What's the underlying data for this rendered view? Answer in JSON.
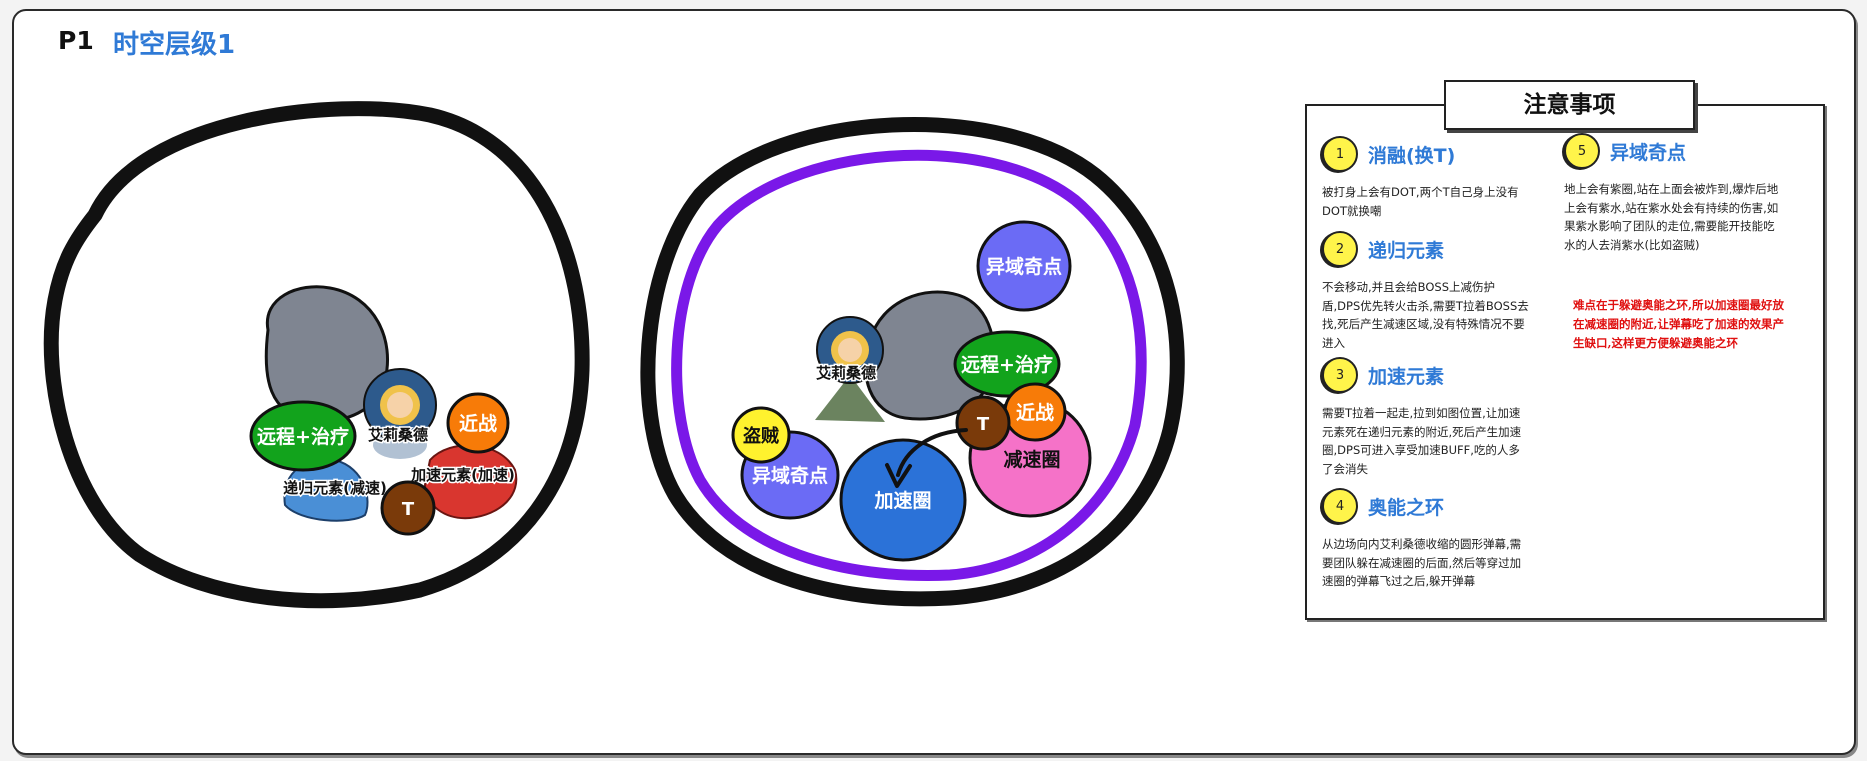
{
  "header": {
    "section": "P1",
    "title": "时空层级1"
  },
  "colors": {
    "accent_blue": "#2f7ad6",
    "arena_ring": "#111111",
    "purple_ring": "#7a18e8",
    "warning_red": "#e01010"
  },
  "arena_left": {
    "labels": {
      "ranged_heal": "远程+治疗",
      "boss": "艾莉桑德",
      "melee": "近战",
      "return_element": "递归元素(减速)",
      "haste_element": "加速元素(加速)",
      "tank": "T"
    }
  },
  "arena_right": {
    "labels": {
      "anomaly_top": "异域奇点",
      "boss": "艾莉桑德",
      "ranged_heal": "远程+治疗",
      "melee": "近战",
      "tank": "T",
      "slow_zone": "减速圈",
      "thief": "盗贼",
      "anomaly_left": "异域奇点",
      "haste_zone": "加速圈"
    }
  },
  "notes": {
    "title": "注意事项",
    "items": [
      {
        "num": "1",
        "title": "消融(换T)",
        "body": "被打身上会有DOT,两个T自己身上没有DOT就换嘲"
      },
      {
        "num": "2",
        "title": "递归元素",
        "body": "不会移动,并且会给BOSS上减伤护盾,DPS优先转火击杀,需要T拉着BOSS去找,死后产生减速区域,没有特殊情况不要进入"
      },
      {
        "num": "3",
        "title": "加速元素",
        "body": "需要T拉着一起走,拉到如图位置,让加速元素死在递归元素的附近,死后产生加速圈,DPS可进入享受加速BUFF,吃的人多了会消失"
      },
      {
        "num": "4",
        "title": "奥能之环",
        "body": "从边场向内艾利桑德收缩的圆形弹幕,需要团队躲在减速圈的后面,然后等穿过加速圈的弹幕飞过之后,躲开弹幕"
      },
      {
        "num": "5",
        "title": "异域奇点",
        "body": "地上会有紫圈,站在上面会被炸到,爆炸后地上会有紫水,站在紫水处会有持续的伤害,如果紫水影响了团队的走位,需要能开技能吃水的人去消紫水(比如盗贼)"
      }
    ],
    "warning": "难点在于躲避奥能之环,所以加速圈最好放在减速圈的附近,让弹幕吃了加速的效果产生缺口,这样更方便躲避奥能之环"
  }
}
